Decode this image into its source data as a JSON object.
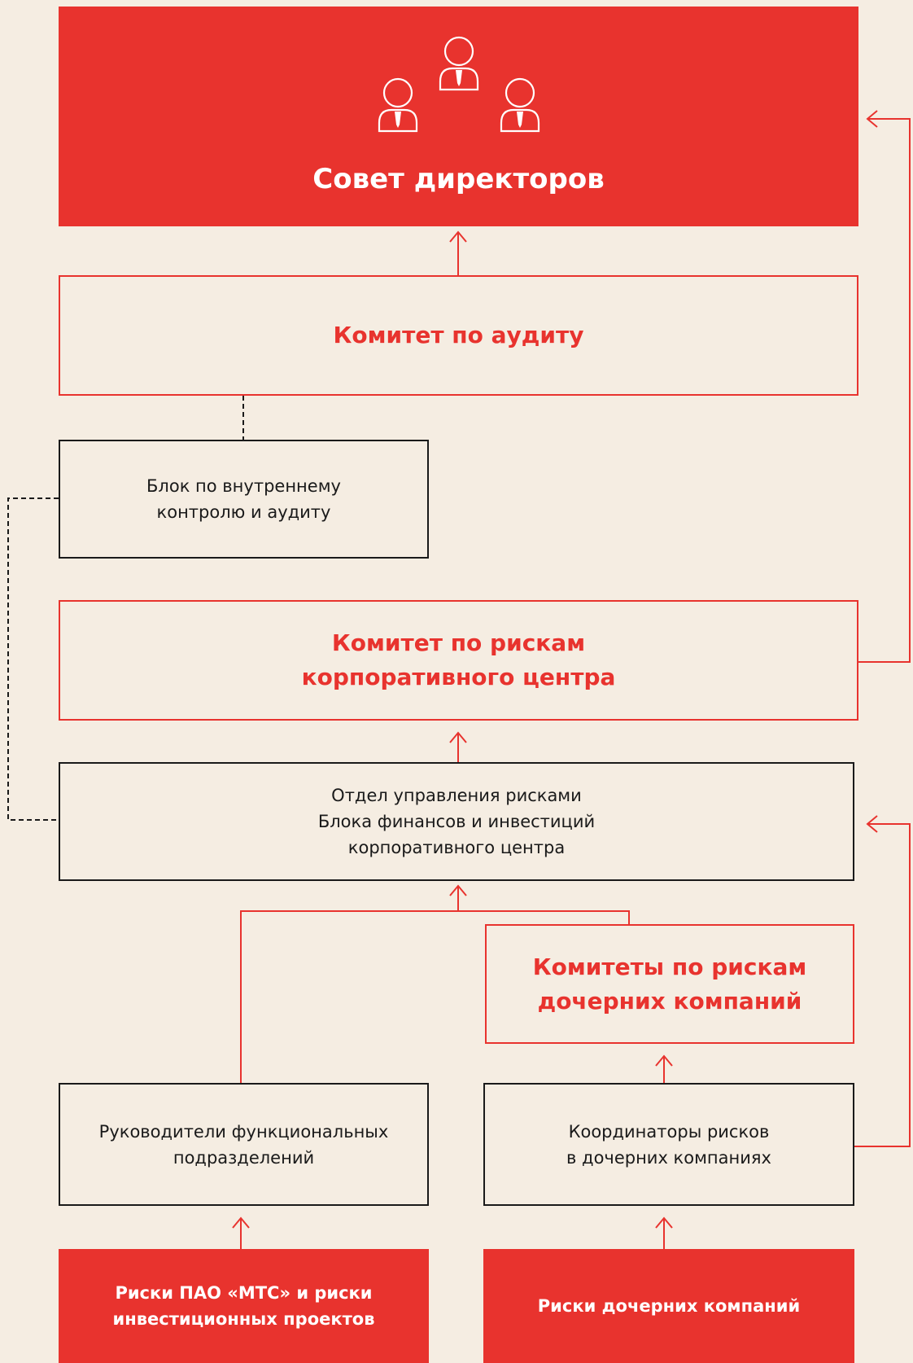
{
  "board": {
    "label": "Совет директоров",
    "icon": "people-icon"
  },
  "audit_committee": {
    "label": "Комитет по аудиту"
  },
  "internal_control": {
    "label": "Блок по внутреннему\nконтролю и аудиту"
  },
  "risk_committee_cc": {
    "label": "Комитет по рискам\nкорпоративного центра"
  },
  "risk_dept": {
    "label": "Отдел управления рисками\nБлока финансов и инвестиций\nкорпоративного центра"
  },
  "subsidiary_committees": {
    "label": "Комитеты по рискам\nдочерних компаний"
  },
  "functional_heads": {
    "label": "Руководители функциональных\nподразделений"
  },
  "risk_coordinators": {
    "label": "Координаторы рисков\nв дочерних компаниях"
  },
  "mts_risks": {
    "label": "Риски ПАО «МТС» и риски\nинвестиционных проектов"
  },
  "subsidiary_risks": {
    "label": "Риски дочерних компаний"
  },
  "colors": {
    "accent": "#e8332e",
    "background": "#f5ede2",
    "dark": "#1a1a1a"
  }
}
